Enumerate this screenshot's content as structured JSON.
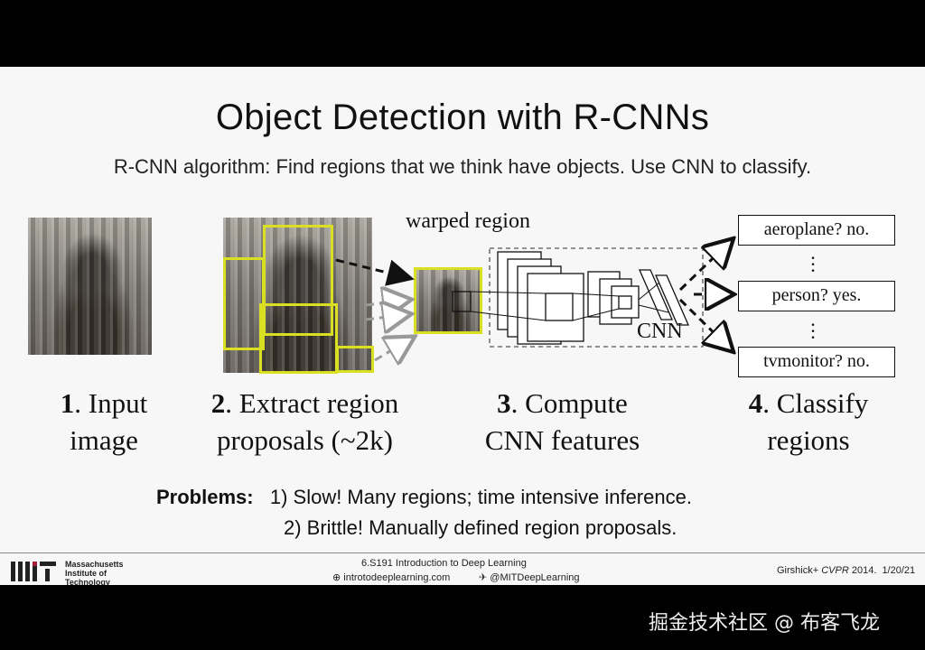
{
  "slide": {
    "title": "Object Detection with R-CNNs",
    "subtitle": "R-CNN algorithm: Find regions that we think have objects. Use CNN to classify."
  },
  "diagram": {
    "warped_label": "warped region",
    "cnn_label": "CNN",
    "classes": [
      "aeroplane? no.",
      "person? yes.",
      "tvmonitor? no."
    ],
    "steps": [
      {
        "num": "1",
        "text": ". Input",
        "line2": "image"
      },
      {
        "num": "2",
        "text": ". Extract region",
        "line2": "proposals (~2k)"
      },
      {
        "num": "3",
        "text": ". Compute",
        "line2": "CNN features"
      },
      {
        "num": "4",
        "text": ". Classify",
        "line2": "regions"
      }
    ],
    "colors": {
      "proposal_box": "#d9e021",
      "line": "#111111",
      "arrow_gray": "#999999"
    }
  },
  "problems": {
    "label": "Problems:",
    "items": [
      "1) Slow! Many regions; time intensive inference.",
      "2) Brittle! Manually defined region proposals."
    ]
  },
  "footer": {
    "institute_line1": "Massachusetts",
    "institute_line2": "Institute of",
    "institute_line3": "Technology",
    "course": "6.S191 Introduction to Deep Learning",
    "website": "introtodeeplearning.com",
    "twitter": "@MITDeepLearning",
    "citation_author": "Girshick+",
    "citation_venue": "CVPR",
    "citation_year": "2014.",
    "date": "1/20/21"
  },
  "watermark": "掘金技术社区 @ 布客飞龙"
}
